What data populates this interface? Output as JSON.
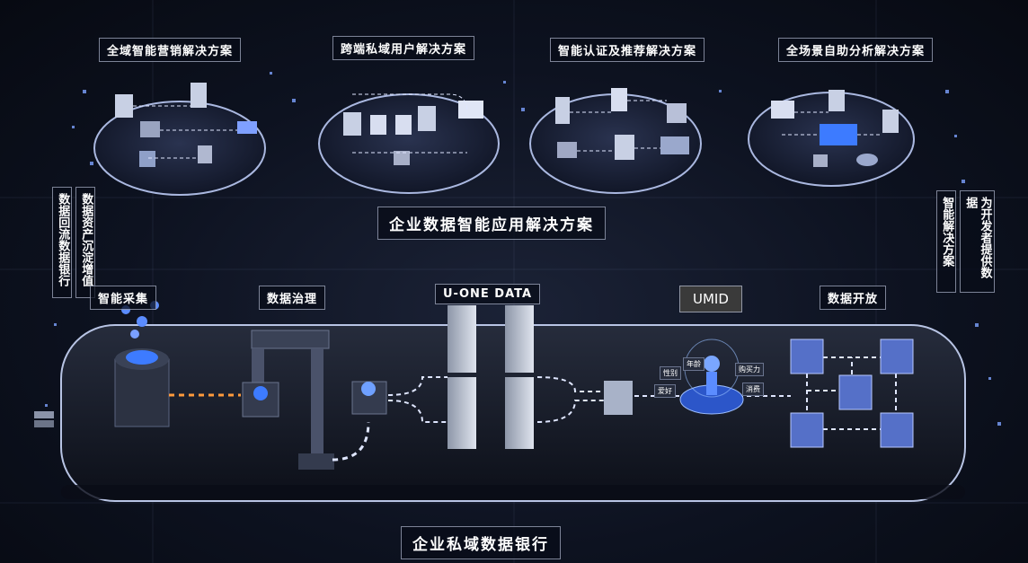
{
  "solutions": [
    {
      "label": "全域智能营销解决方案"
    },
    {
      "label": "跨端私域用户解决方案"
    },
    {
      "label": "智能认证及推荐解决方案"
    },
    {
      "label": "全场景自助分析解决方案"
    }
  ],
  "enterprise_app_title": "企业数据智能应用解决方案",
  "left_side": {
    "col1": "数据回流数据银行",
    "col2": "数据资产沉淀增值"
  },
  "right_side": {
    "col1": "智能解决方案",
    "col2": "为开发者提供数据"
  },
  "pipeline": {
    "collect": "智能采集",
    "govern": "数据治理",
    "uone": "U-ONE DATA",
    "umid": "UMID",
    "open": "数据开放"
  },
  "umid_tags": [
    "性别",
    "年龄",
    "购买力",
    "爱好",
    "消费"
  ],
  "platform_title": "企业私域数据银行",
  "colors": {
    "accent_blue": "#3d7bff",
    "panel": "#1a2030",
    "text": "#ffffff"
  }
}
